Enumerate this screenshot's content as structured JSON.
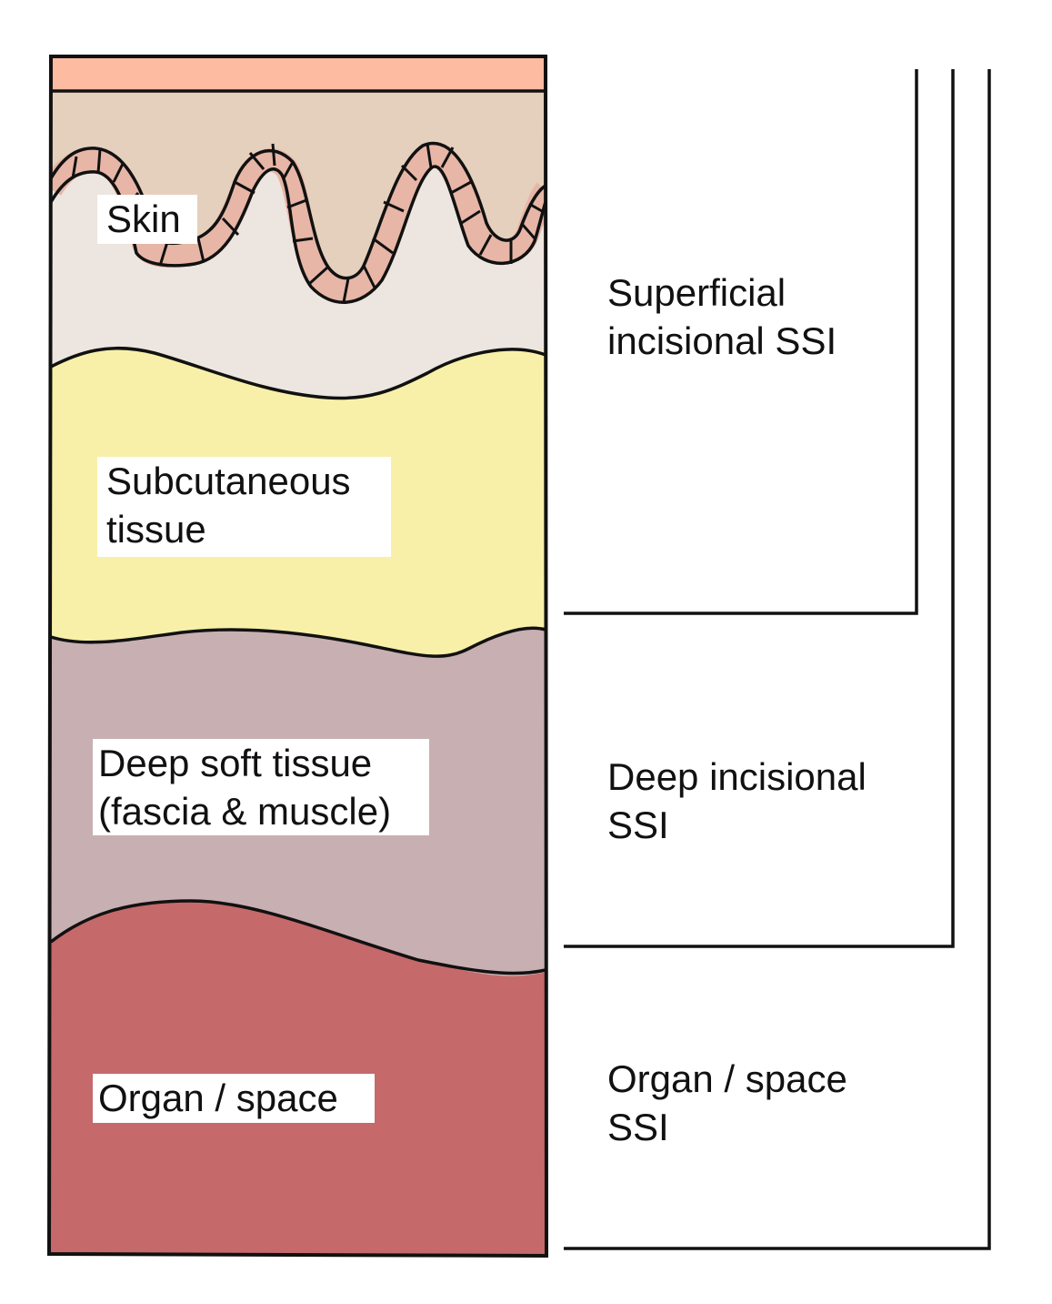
{
  "tissue_labels": {
    "skin": "Skin",
    "subcutaneous_line1": "Subcutaneous",
    "subcutaneous_line2": "tissue",
    "deep_line1": "Deep soft tissue",
    "deep_line2": "(fascia & muscle)",
    "organ": "Organ / space"
  },
  "ssi_labels": {
    "superficial_line1": "Superficial",
    "superficial_line2": "incisional SSI",
    "deep_line1": "Deep incisional",
    "deep_line2": "SSI",
    "organ_line1": "Organ / space",
    "organ_line2": "SSI"
  },
  "colors": {
    "epidermis": "#FDBBA1",
    "dermis_upper": "#E4D0BC",
    "dermis_lower": "#EDE5DF",
    "skin_fold": "#E7B6A6",
    "subcutaneous": "#F8F0A8",
    "deep_soft_tissue": "#C8AFB2",
    "organ_space": "#C5696B",
    "outline": "#111111"
  }
}
